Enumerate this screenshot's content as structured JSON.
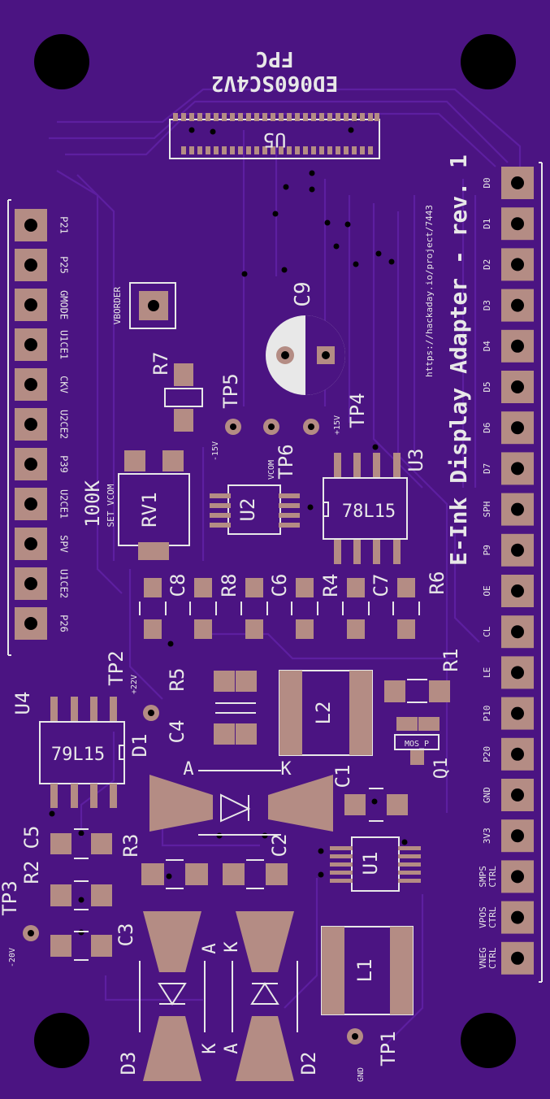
{
  "board": {
    "fpc_title": "FPC",
    "fpc_part": "ED060SC4V2",
    "board_title": "E-Ink Display Adapter - rev. 1",
    "url": "https://hackaday.io/project/7443"
  },
  "components": {
    "u5": "U5",
    "u4": "U4",
    "u3": "U3",
    "u2": "U2",
    "u1": "U1",
    "reg_79": "79L15",
    "reg_78": "78L15",
    "rv1": "RV1",
    "rv1_value": "100K",
    "rv1_note": "SET VCOM",
    "c9": "C9",
    "c8": "C8",
    "c7": "C7",
    "c6": "C6",
    "c5": "C5",
    "c4": "C4",
    "c3": "C3",
    "c2": "C2",
    "c1": "C1",
    "r8": "R8",
    "r7": "R7",
    "r6": "R6",
    "r5": "R5",
    "r4": "R4",
    "r3": "R3",
    "r2": "R2",
    "r1": "R1",
    "l1": "L1",
    "l2": "L2",
    "d1": "D1",
    "d2": "D2",
    "d3": "D3",
    "q1": "Q1",
    "q1_body": "MOS_P",
    "tp1": "TP1",
    "tp2": "TP2",
    "tp3": "TP3",
    "tp4": "TP4",
    "tp5": "TP5",
    "tp6": "TP6",
    "tp1_net": "GND",
    "tp2_net": "+22V",
    "tp3_net": "-20V",
    "tp4_net": "+15V",
    "tp5_net": "-15V",
    "tp6_net": "VCOM",
    "vborder": "VBORDER",
    "anode": "A",
    "cathode": "K"
  },
  "left_header": [
    "P21",
    "P25",
    "GMODE",
    "U1CE1",
    "CKV",
    "U2CE2",
    "P39",
    "U2CE1",
    "SPV",
    "U1CE2",
    "P26"
  ],
  "right_header": [
    "D0",
    "D1",
    "D2",
    "D3",
    "D4",
    "D5",
    "D6",
    "D7",
    "SPH",
    "P9",
    "OE",
    "CL",
    "LE",
    "P10",
    "P20",
    "GND",
    "3V3",
    "SMPS CTRL",
    "VPOS CTRL",
    "VNEG CTRL"
  ],
  "colors": {
    "board": "#4b1482",
    "trace": "#5d1fa0",
    "pad": "#b48c84",
    "silk": "#e8e8e8",
    "hole": "#000000"
  }
}
